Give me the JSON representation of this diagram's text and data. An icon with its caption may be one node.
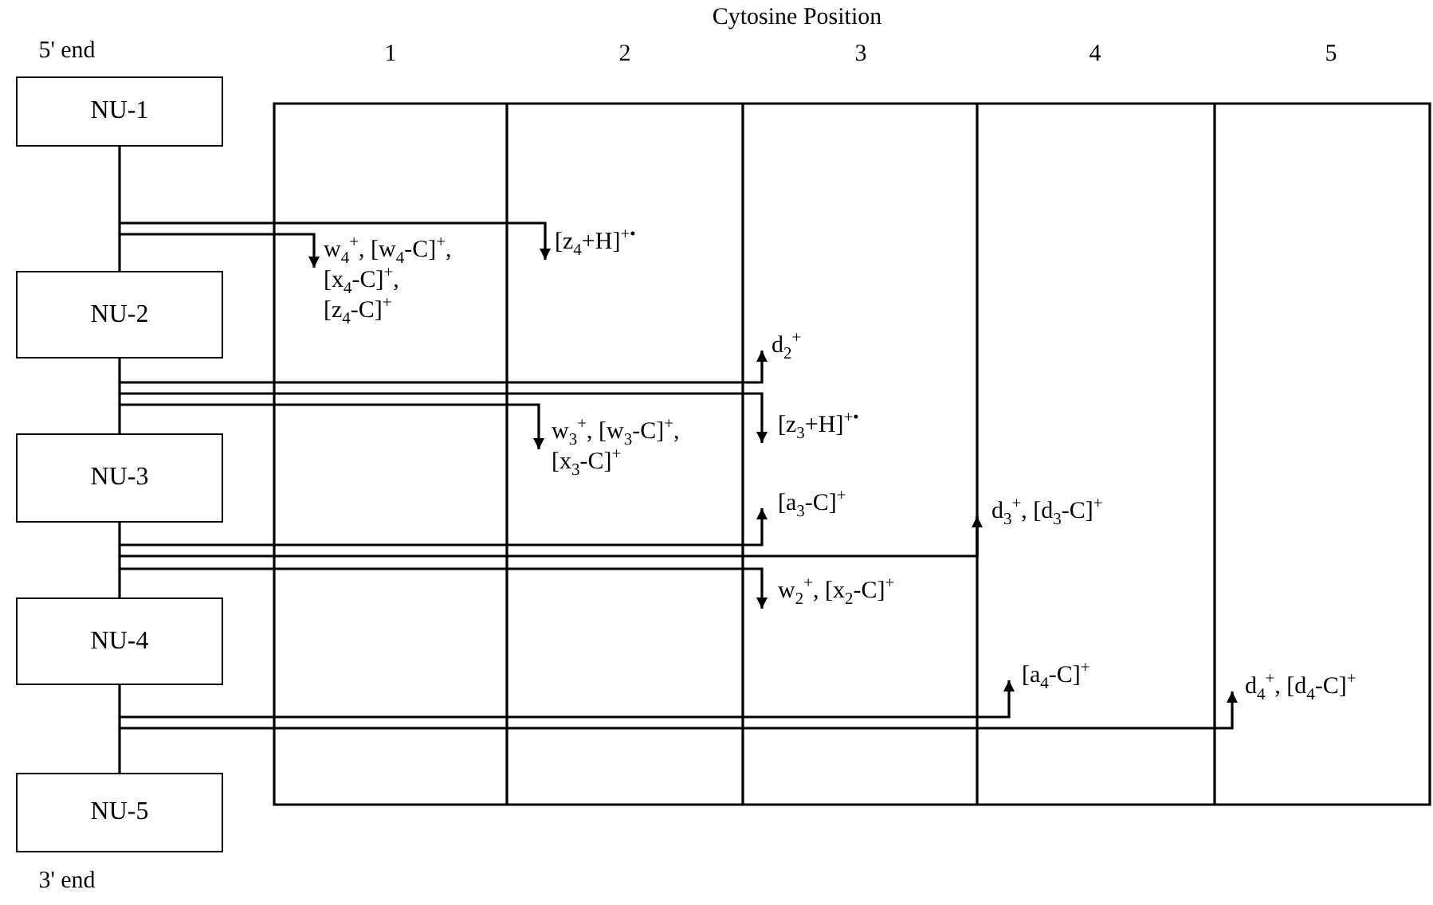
{
  "diagram": {
    "title": "Cytosine Position",
    "nodes": [
      {
        "text": [
          "NU-1"
        ],
        "beside": [
          "5' end"
        ]
      },
      {
        "text": [
          "NU-2"
        ]
      },
      {
        "text": [
          "NU-3"
        ]
      },
      {
        "text": [
          "NU-4"
        ]
      },
      {
        "text": [
          "NU-5"
        ],
        "beside": [
          "3' end"
        ]
      },
      {
        "text": [
          "[z$_{4}$+H]$^{+•}$"
        ]
      },
      {
        "text": [
          "w$_{4}$$^{+}$, [w$_{4}$-C]$^{+}$, [x$_{4}$-C]$^{+}$, [z$_{4}$-C]$^{+}$"
        ]
      },
      {
        "text": [
          "d$_{2}$$^{+}$"
        ]
      },
      {
        "text": [
          "[z$_{3}$+H]$^{+•}$"
        ]
      },
      {
        "text": [
          "w$_{3}$$^{+}$,  [w$_{3}$-C]$^{+}$, [x$_{3}$-C]$^{+}$"
        ]
      },
      {
        "text": [
          "[a$_{3}$-C]$^{+}$"
        ]
      },
      {
        "text": [
          "d$_{3}$$^{+}$, [d$_{3}$-C]$^{+}$"
        ]
      },
      {
        "text": [
          "w$_{2}$$^{+}$, [x$_{2}$-C]$^{+}$"
        ]
      },
      {
        "text": [
          "[a$_{4}$-C]$^{+}$"
        ]
      },
      {
        "text": [
          "d$_{4}$$^{+}$, [d$_{4}$-C]$^{+}$"
        ]
      }
    ],
    "edges": [
      {
        "from": 0,
        "to": 1,
        "arrow": "none"
      },
      {
        "from": 1,
        "to": 2,
        "arrow": "none"
      },
      {
        "from": 2,
        "to": 3,
        "arrow": "none"
      },
      {
        "from": 3,
        "to": 4,
        "arrow": "none"
      },
      {
        "from": null,
        "to": 5,
        "arrow": "to"
      },
      {
        "from": null,
        "to": 6,
        "arrow": "to"
      },
      {
        "from": null,
        "to": 7,
        "arrow": "to"
      },
      {
        "from": null,
        "to": 8,
        "arrow": "to"
      },
      {
        "from": null,
        "to": 9,
        "arrow": "to"
      },
      {
        "from": null,
        "to": 10,
        "arrow": "to"
      },
      {
        "from": null,
        "to": 11,
        "arrow": "to"
      },
      {
        "from": null,
        "to": 12,
        "arrow": "to"
      },
      {
        "from": null,
        "to": 13,
        "arrow": "to"
      },
      {
        "from": null,
        "to": 14,
        "arrow": "to"
      }
    ],
    "labels": [
      "1",
      "2",
      "3",
      "4",
      "5"
    ]
  }
}
